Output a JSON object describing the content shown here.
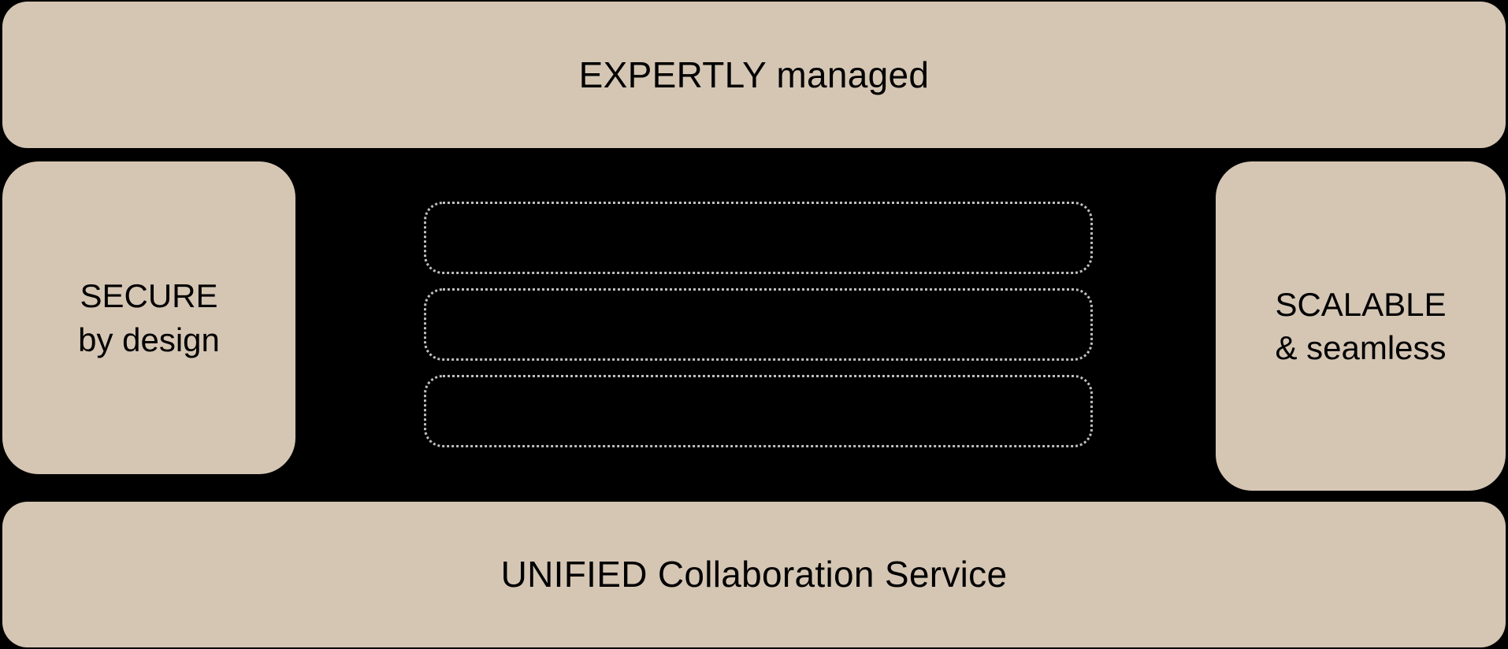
{
  "diagram": {
    "background_color": "#000000",
    "accent_color": "#d5c6b4",
    "dotted_border_color": "#bfbfbf",
    "top_band": {
      "label": "EXPERTLY managed"
    },
    "bottom_band": {
      "label": "UNIFIED Collaboration Service"
    },
    "left_pillar": {
      "line1": "SECURE",
      "line2": "by design"
    },
    "right_pillar": {
      "line1": "SCALABLE",
      "line2": "& seamless"
    },
    "center_slots": [
      {
        "label": ""
      },
      {
        "label": ""
      },
      {
        "label": ""
      }
    ]
  }
}
